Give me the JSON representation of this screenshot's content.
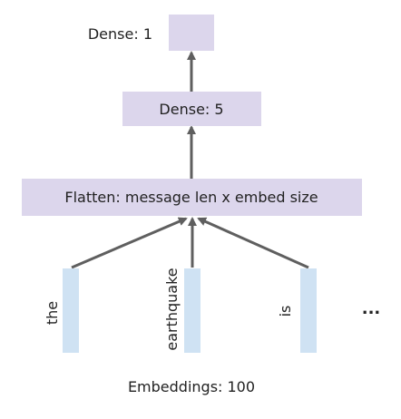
{
  "layers": {
    "dense1": {
      "label": "Dense: 1"
    },
    "dense5": {
      "label": "Dense: 5"
    },
    "flatten": {
      "label": "Flatten: message len x embed size"
    }
  },
  "tokens": [
    {
      "word": "the"
    },
    {
      "word": "earthquake"
    },
    {
      "word": "is"
    }
  ],
  "ellipsis": "...",
  "embeddings_label": "Embeddings: 100",
  "colors": {
    "layer_fill": "#DCD6EC",
    "embedding_fill": "#CFE2F3",
    "arrow": "#5f5f5f",
    "text": "#222222"
  }
}
